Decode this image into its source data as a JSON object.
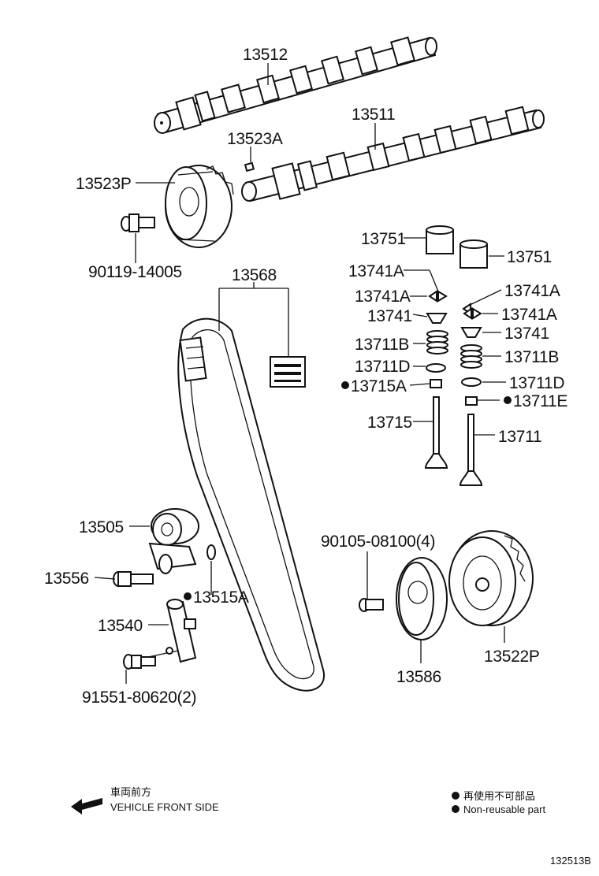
{
  "labels": {
    "camshaft_2": "13512",
    "camshaft_1": "13511",
    "knock_pin": "13523A",
    "cam_pulley_left": "13523P",
    "bolt_pulley": "90119-14005",
    "timing_belt": "13568",
    "lifter_left": "13751",
    "lifter_right": "13751",
    "lock_a_1": "13741A",
    "lock_a_2": "13741A",
    "lock_a_3": "13741A",
    "lock_a_4": "13741A",
    "retainer_left": "13741",
    "retainer_right": "13741",
    "spring_left": "13711B",
    "spring_right": "13711B",
    "seat_left": "13711D",
    "seat_right": "13711D",
    "seal_left": "13715A",
    "seal_right": "13711E",
    "valve_exhaust": "13715",
    "valve_intake": "13711",
    "tensioner_pulley": "13505",
    "pulley_bolt": "13556",
    "washer": "13515A",
    "tensioner": "13540",
    "tensioner_bolt": "91551-80620(2)",
    "crank_bolt": "90105-08100(4)",
    "crank_pulley": "13586",
    "crank_gear": "13522P"
  },
  "legend": {
    "direction_jp": "車両前方",
    "direction_en": "VEHICLE FRONT SIDE",
    "nonreusable_jp": "再使用不可部品",
    "nonreusable_en": "Non-reusable part"
  },
  "diagram_id": "132513B",
  "colors": {
    "ink": "#111111",
    "paper": "#ffffff"
  },
  "icons": [
    "arrow-left-icon",
    "non-reusable-dot-icon"
  ]
}
